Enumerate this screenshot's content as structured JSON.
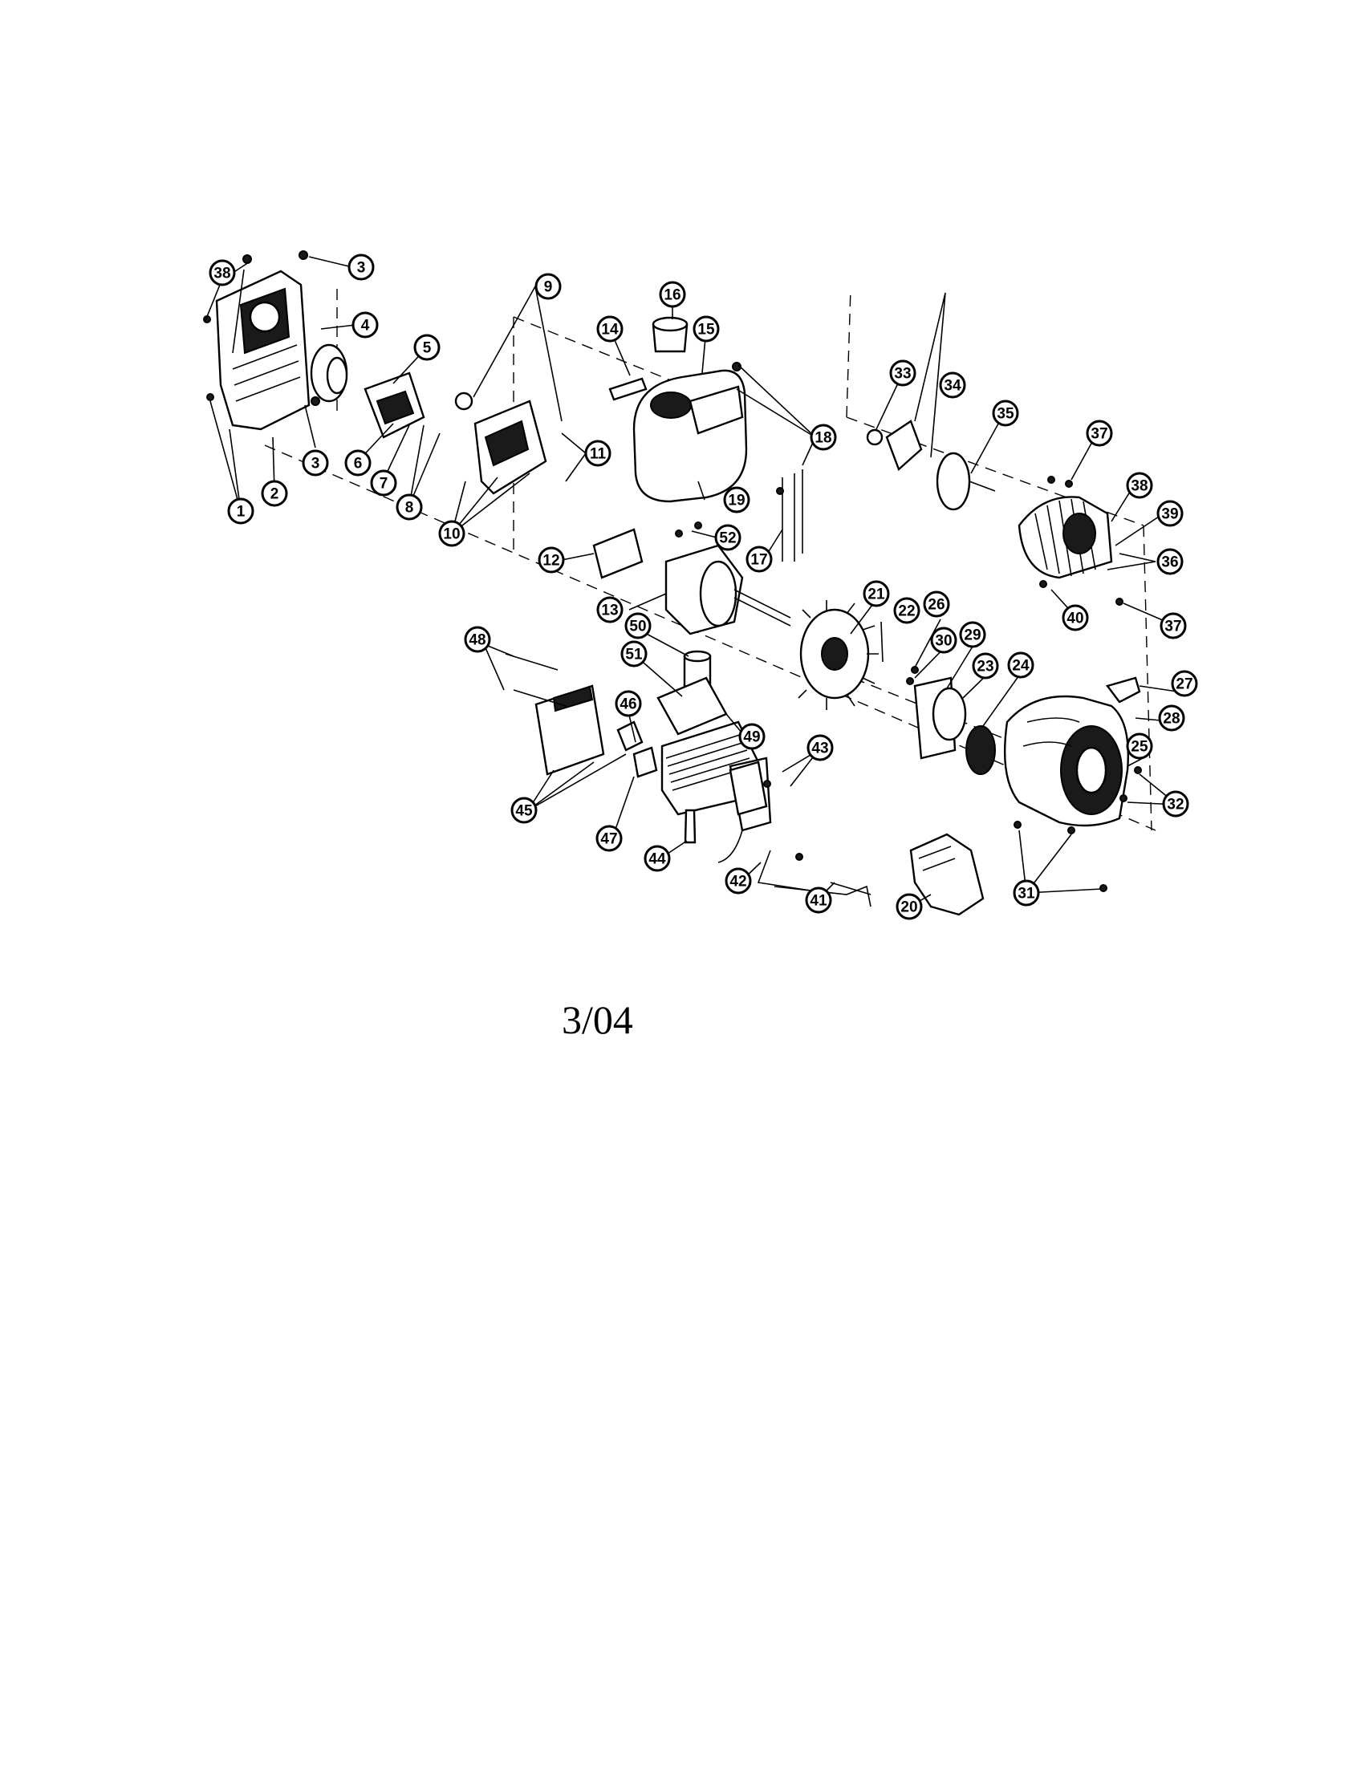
{
  "revision_date": "3/04",
  "callouts": [
    {
      "id": "c38a",
      "label": "38"
    },
    {
      "id": "c3a",
      "label": "3"
    },
    {
      "id": "c4",
      "label": "4"
    },
    {
      "id": "c5",
      "label": "5"
    },
    {
      "id": "c16",
      "label": "16"
    },
    {
      "id": "c14",
      "label": "14"
    },
    {
      "id": "c15",
      "label": "15"
    },
    {
      "id": "c9",
      "label": "9"
    },
    {
      "id": "c33",
      "label": "33"
    },
    {
      "id": "c34",
      "label": "34"
    },
    {
      "id": "c35",
      "label": "35"
    },
    {
      "id": "c37a",
      "label": "37"
    },
    {
      "id": "c18",
      "label": "18"
    },
    {
      "id": "c11",
      "label": "11"
    },
    {
      "id": "c38b",
      "label": "38"
    },
    {
      "id": "c39",
      "label": "39"
    },
    {
      "id": "c36",
      "label": "36"
    },
    {
      "id": "c3b",
      "label": "3"
    },
    {
      "id": "c6",
      "label": "6"
    },
    {
      "id": "c7",
      "label": "7"
    },
    {
      "id": "c8",
      "label": "8"
    },
    {
      "id": "c2",
      "label": "2"
    },
    {
      "id": "c1",
      "label": "1"
    },
    {
      "id": "c10",
      "label": "10"
    },
    {
      "id": "c19",
      "label": "19"
    },
    {
      "id": "c52",
      "label": "52"
    },
    {
      "id": "c12",
      "label": "12"
    },
    {
      "id": "c17",
      "label": "17"
    },
    {
      "id": "c40",
      "label": "40"
    },
    {
      "id": "c37b",
      "label": "37"
    },
    {
      "id": "c13",
      "label": "13"
    },
    {
      "id": "c21",
      "label": "21"
    },
    {
      "id": "c22",
      "label": "22"
    },
    {
      "id": "c26",
      "label": "26"
    },
    {
      "id": "c50",
      "label": "50"
    },
    {
      "id": "c30",
      "label": "30"
    },
    {
      "id": "c29",
      "label": "29"
    },
    {
      "id": "c48",
      "label": "48"
    },
    {
      "id": "c23",
      "label": "23"
    },
    {
      "id": "c24",
      "label": "24"
    },
    {
      "id": "c51",
      "label": "51"
    },
    {
      "id": "c27",
      "label": "27"
    },
    {
      "id": "c46",
      "label": "46"
    },
    {
      "id": "c28",
      "label": "28"
    },
    {
      "id": "c49",
      "label": "49"
    },
    {
      "id": "c43",
      "label": "43"
    },
    {
      "id": "c25",
      "label": "25"
    },
    {
      "id": "c45",
      "label": "45"
    },
    {
      "id": "c32",
      "label": "32"
    },
    {
      "id": "c47",
      "label": "47"
    },
    {
      "id": "c44",
      "label": "44"
    },
    {
      "id": "c42",
      "label": "42"
    },
    {
      "id": "c41",
      "label": "41"
    },
    {
      "id": "c20",
      "label": "20"
    },
    {
      "id": "c31",
      "label": "31"
    }
  ]
}
